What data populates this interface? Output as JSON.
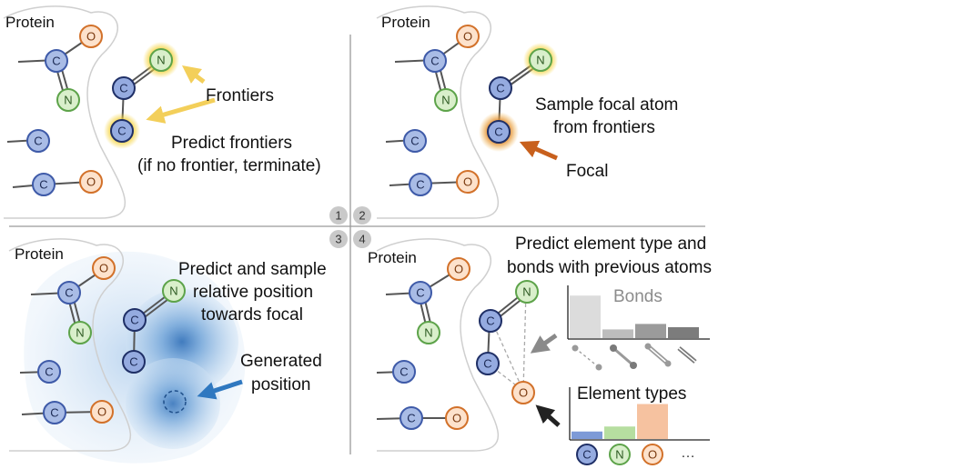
{
  "colors": {
    "carbon_fill": "#a9bce6",
    "carbon_stroke": "#3e5aa8",
    "nitrogen_fill": "#d9efcb",
    "nitrogen_stroke": "#5da34a",
    "oxygen_fill": "#fde2cc",
    "oxygen_stroke": "#d2712a",
    "frontier_accent": "#e8b836",
    "focal_accent": "#c8601d",
    "position_accent": "#2f78c0",
    "bond_grey": "#9a9a9a"
  },
  "atoms": {
    "carbon": "C",
    "nitrogen": "N",
    "oxygen": "O"
  },
  "panel1": {
    "step": "1",
    "protein_label": "Protein",
    "frontiers_label": "Frontiers",
    "caption_line1": "Predict frontiers",
    "caption_line2": "(if no frontier, terminate)"
  },
  "panel2": {
    "step": "2",
    "protein_label": "Protein",
    "caption_line1": "Sample focal atom",
    "caption_line2": "from frontiers",
    "focal_label": "Focal"
  },
  "panel3": {
    "step": "3",
    "protein_label": "Protein",
    "caption_line1": "Predict and sample",
    "caption_line2": "relative position",
    "caption_line3": "towards focal",
    "generated_line1": "Generated",
    "generated_line2": "position"
  },
  "panel4": {
    "step": "4",
    "protein_label": "Protein",
    "caption_line1": "Predict element type and",
    "caption_line2": "bonds with previous atoms",
    "bonds_title": "Bonds",
    "element_title": "Element types",
    "ellipsis": "…",
    "bond_probs": [
      0.78,
      0.16,
      0.26,
      0.2
    ],
    "bond_colors": [
      "#dcdcdc",
      "#bdbdbd",
      "#9b9b9b",
      "#7c7c7c"
    ],
    "element_probs": [
      0.15,
      0.25,
      0.7
    ],
    "element_colors": [
      "#7d9ad7",
      "#b6dea0",
      "#f6c2a0"
    ]
  }
}
